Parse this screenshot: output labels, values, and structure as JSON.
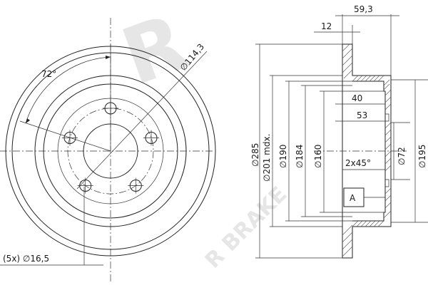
{
  "watermark": {
    "logo_mark": "R",
    "brand_text": "R BRAKE",
    "color": "#e6e6e6"
  },
  "front_view": {
    "angle_label": "72°",
    "pcd_label": "∅114,3",
    "hole_label": "(5x) ∅16,5",
    "hole_count": 5
  },
  "section_view": {
    "top_dims": {
      "overall_width": "59,3",
      "disc_thickness": "12"
    },
    "vertical_dims": {
      "outer_diameter": "∅285",
      "min_thickness": "∅201 mdx.",
      "d190": "∅190",
      "d184": "∅184",
      "d160": "∅160",
      "d72": "∅72",
      "d195": "∅195"
    },
    "inner_dims": {
      "d40": "40",
      "d53": "53",
      "chamfer": "2x45°"
    },
    "datum_label": "A"
  }
}
